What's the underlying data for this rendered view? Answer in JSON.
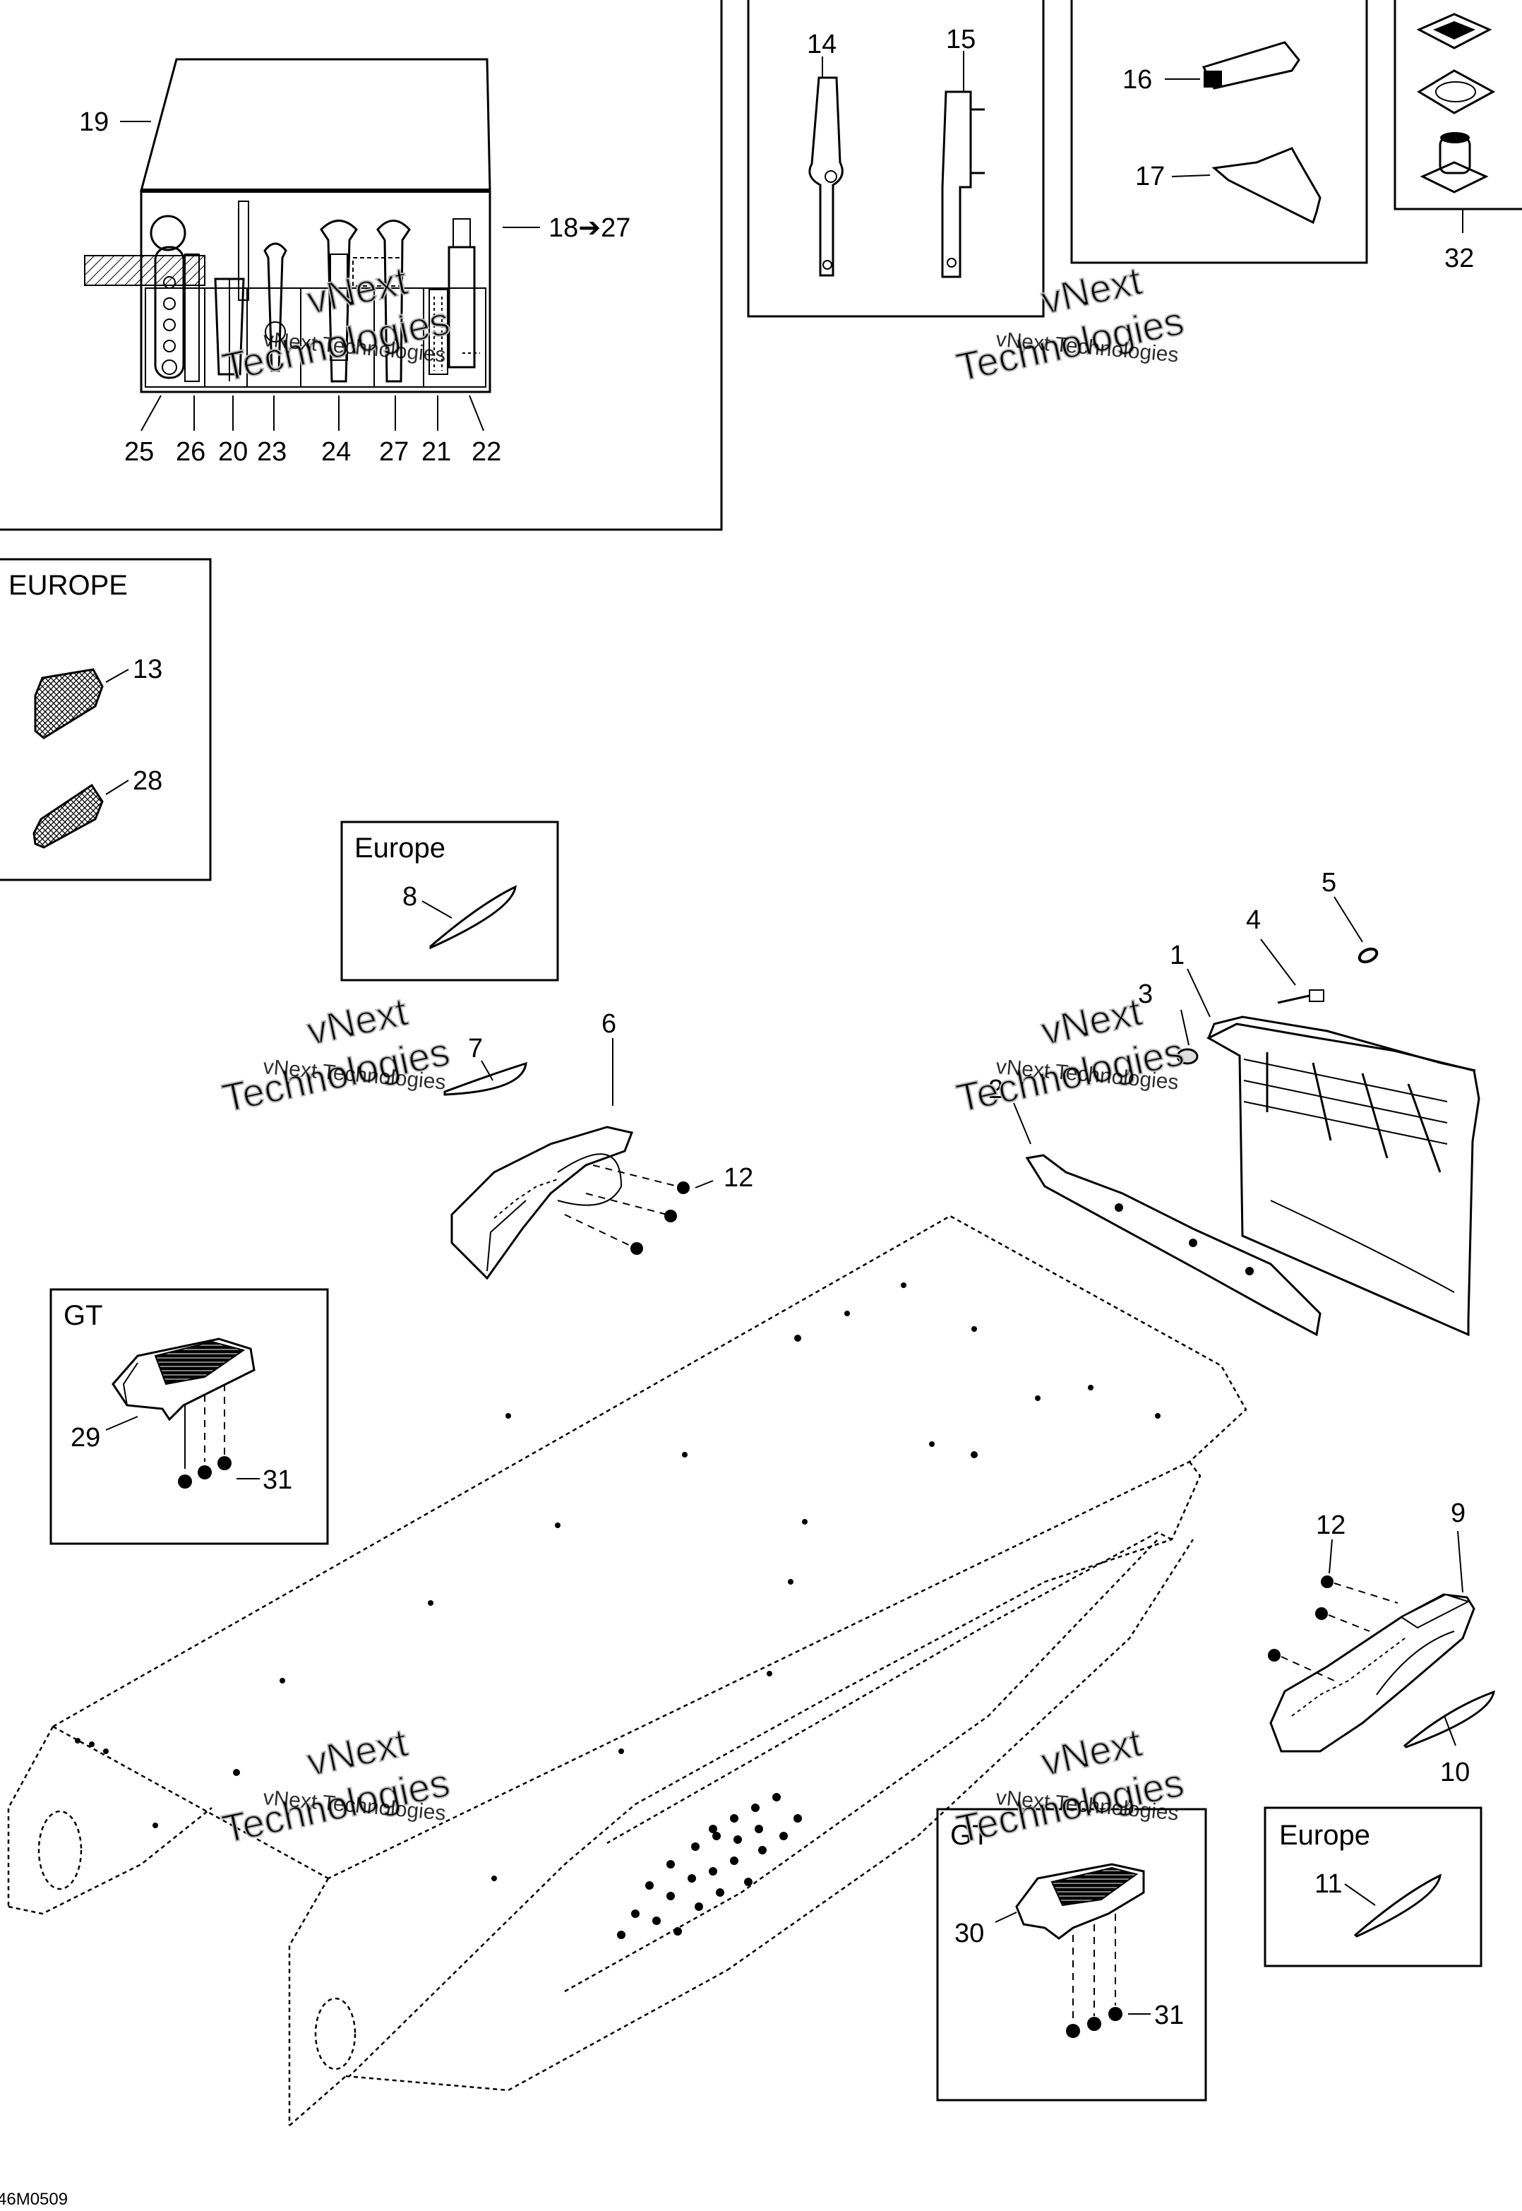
{
  "diagram": {
    "doc_code": "46M0509",
    "watermark_line1": "vNext",
    "watermark_line2": "Technologies",
    "watermark_text": "vNext Technologies",
    "boxes": {
      "europe_upper": "EUROPE",
      "europe_left": "Europe",
      "europe_right": "Europe",
      "gt_left": "GT",
      "gt_right": "GT"
    },
    "callouts": {
      "c1": "1",
      "c2": "2",
      "c3": "3",
      "c4": "4",
      "c5": "5",
      "c6": "6",
      "c7": "7",
      "c8": "8",
      "c9": "9",
      "c10": "10",
      "c11": "11",
      "c12a": "12",
      "c12b": "12",
      "c13": "13",
      "c14": "14",
      "c15": "15",
      "c16": "16",
      "c17": "17",
      "c18_27": "18➔27",
      "c19": "19",
      "c20": "20",
      "c21": "21",
      "c22": "22",
      "c23": "23",
      "c24": "24",
      "c25": "25",
      "c26": "26",
      "c27": "27",
      "c28": "28",
      "c29": "29",
      "c30": "30",
      "c31a": "31",
      "c31b": "31",
      "c32": "32"
    }
  }
}
